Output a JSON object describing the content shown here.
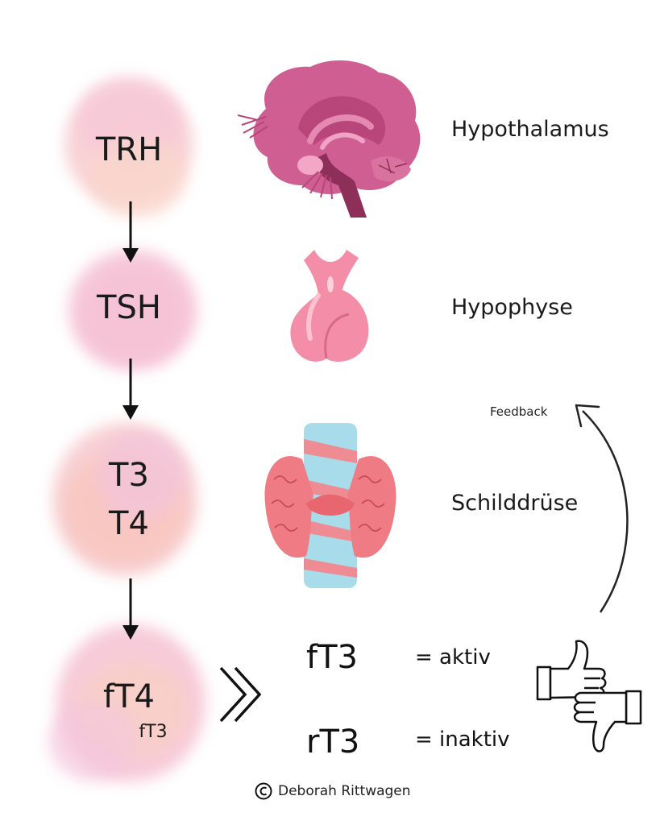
{
  "hormones": {
    "trh": "TRH",
    "tsh": "TSH",
    "t3": "T3",
    "t4": "T4",
    "ft4": "fT4",
    "ft4_sub": "fT3"
  },
  "organs": {
    "hypothalamus": "Hypothalamus",
    "hypophyse": "Hypophyse",
    "schilddruese": "Schilddrüse"
  },
  "feedback_label": "Feedback",
  "results": {
    "ft3": "fT3",
    "ft3_desc": "= aktiv",
    "rt3": "rT3",
    "rt3_desc": "= inaktiv"
  },
  "credit": "Deborah Rittwagen",
  "icons": [
    "brain-icon",
    "pituitary-icon",
    "thyroid-icon",
    "thumbs-up-down-icon",
    "copyright-icon",
    "double-chevron-icon"
  ],
  "colors": {
    "blob_pink": "#f6c6d6",
    "blob_peach": "#f9d2c8",
    "brain_dark": "#b8467a",
    "brain_mid": "#cf5f92",
    "pituitary": "#f38da8",
    "thyroid_lobe": "#ef7b84",
    "trachea": "#a8dcea"
  }
}
